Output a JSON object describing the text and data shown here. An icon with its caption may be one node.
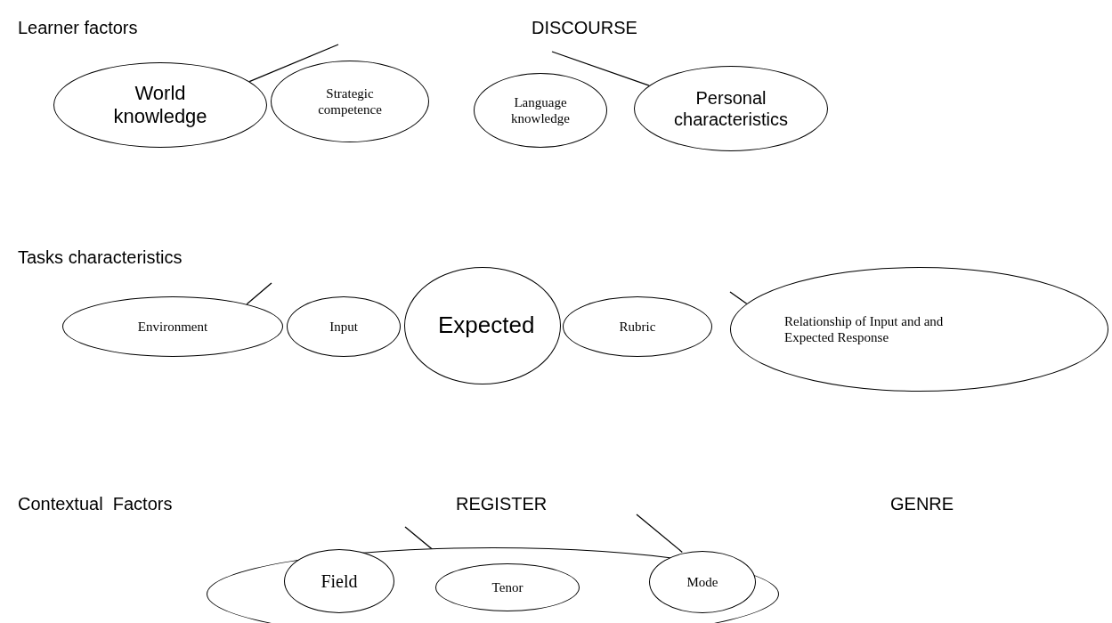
{
  "diagram": {
    "nodes": [
      {
        "text": [
          "World knowledge"
        ]
      },
      {
        "text": [
          "Strategic competence"
        ]
      },
      {
        "text": [
          "Language knowledge"
        ]
      },
      {
        "text": [
          "Personal characteristics"
        ]
      },
      {
        "text": [
          "Environment"
        ]
      },
      {
        "text": [
          "Input"
        ]
      },
      {
        "text": [
          "Expected"
        ]
      },
      {
        "text": [
          "Rubric"
        ]
      },
      {
        "text": [
          "Relationship of Input and and Expected Response"
        ]
      },
      {
        "text": [],
        "shape": "circle"
      },
      {
        "text": [
          "Field"
        ],
        "in": 9
      },
      {
        "text": [
          "Tenor"
        ],
        "in": 9
      },
      {
        "text": [
          "Mode"
        ],
        "in": 9
      }
    ],
    "edges": [
      {
        "from": 0,
        "to": null,
        "arrow": "none"
      },
      {
        "from": 3,
        "to": null,
        "arrow": "none"
      },
      {
        "from": 4,
        "to": null,
        "arrow": "none"
      },
      {
        "from": 8,
        "to": null,
        "arrow": "none"
      },
      {
        "from": 11,
        "to": null,
        "arrow": "none"
      },
      {
        "from": 12,
        "to": null,
        "arrow": "none"
      }
    ],
    "labels": [
      "Learner factors",
      "DISCOURSE",
      "Tasks characteristics",
      "Contextual  Factors",
      "REGISTER",
      "GENRE"
    ]
  }
}
